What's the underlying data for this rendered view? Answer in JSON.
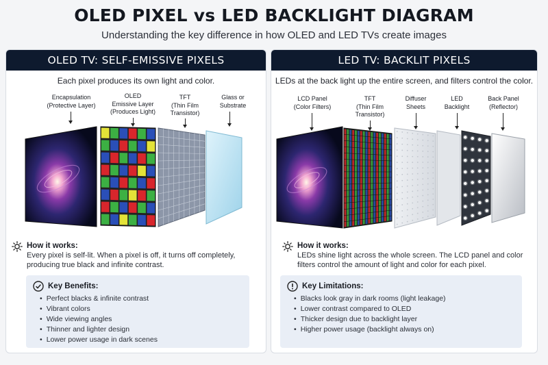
{
  "title": "OLED PIXEL vs LED BACKLIGHT DIAGRAM",
  "subtitle": "Understanding the key difference in how OLED and LED TVs create images",
  "oled": {
    "header": "OLED TV: SELF-EMISSIVE PIXELS",
    "intro": "Each pixel produces its own light and color.",
    "labels": [
      {
        "l1": "Encapsulation",
        "l2": "(Protective Layer)",
        "l3": ""
      },
      {
        "l1": "OLED",
        "l2": "Emissive Layer",
        "l3": "(Produces Light)"
      },
      {
        "l1": "TFT",
        "l2": "(Thin Film",
        "l3": "Transistor)"
      },
      {
        "l1": "Glass or",
        "l2": "Substrate",
        "l3": ""
      }
    ],
    "how_title": "How it works:",
    "how_text": "Every pixel is self-lit. When a pixel is off, it turns off completely, producing true black and infinite contrast.",
    "box_title": "Key Benefits:",
    "box_items": [
      "Perfect blacks & infinite contrast",
      "Vibrant colors",
      "Wide viewing angles",
      "Thinner and lighter design",
      "Lower power usage in dark scenes"
    ],
    "icon_how": "sun-icon",
    "icon_box": "check-circle-icon"
  },
  "led": {
    "header": "LED TV: BACKLIT PIXELS",
    "intro": "LEDs at the back light up the entire screen, and filters control the color.",
    "labels": [
      {
        "l1": "LCD Panel",
        "l2": "(Color Filters)",
        "l3": ""
      },
      {
        "l1": "TFT",
        "l2": "(Thin Film",
        "l3": "Transistor)"
      },
      {
        "l1": "Diffuser",
        "l2": "Sheets",
        "l3": ""
      },
      {
        "l1": "LED",
        "l2": "Backlight",
        "l3": ""
      },
      {
        "l1": "Back Panel",
        "l2": "(Reflector)",
        "l3": ""
      }
    ],
    "how_title": "How it works:",
    "how_text": "LEDs shine light across the whole screen. The LCD panel and color filters control the amount of light and color for each pixel.",
    "box_title": "Key Limitations:",
    "box_items": [
      "Blacks look gray in dark rooms (light leakage)",
      "Lower contrast compared to OLED",
      "Thicker design due to backlight layer",
      "Higher power usage (backlight always on)"
    ],
    "icon_how": "sun-icon",
    "icon_box": "exclamation-circle-icon"
  },
  "colors": {
    "header_bg": "#0e1a2e",
    "box_bg": "#e9eef6",
    "pixel_red": "#d8262c",
    "pixel_green": "#3cb043",
    "pixel_blue": "#2a4fb8"
  }
}
